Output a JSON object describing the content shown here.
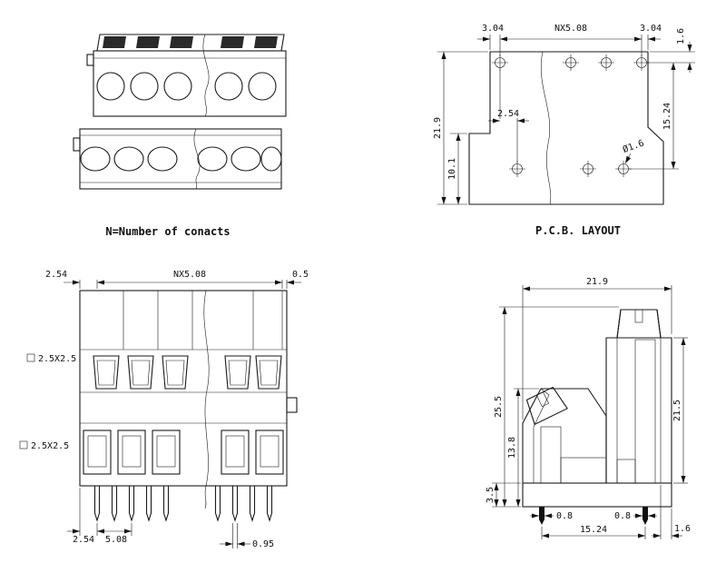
{
  "colors": {
    "background": "#ffffff",
    "line": "#1a1a1a"
  },
  "views": {
    "oblique": {
      "caption": "N=Number of conacts"
    },
    "pcb": {
      "caption": "P.C.B. LAYOUT",
      "dims": {
        "margin_left": "3.04",
        "pitch": "NX5.08",
        "margin_right": "3.04",
        "hole_edge_offset": "1.6",
        "overall_height": "21.9",
        "lower_height": "10.1",
        "row_offset": "2.54",
        "row_spacing": "15.24",
        "hole_diameter": "Ø1.6"
      }
    },
    "front": {
      "dims": {
        "edge_offset": "2.54",
        "pitch": "NX5.08",
        "wall": "0.5",
        "upper_window": "2.5X2.5",
        "lower_window": "2.5X2.5",
        "pin_offset": "2.54",
        "pin_pitch": "5.08",
        "pin_width": "0.95"
      }
    },
    "section": {
      "dims": {
        "overall_width": "21.9",
        "overall_height": "25.5",
        "front_height": "13.8",
        "rear_height": "21.5",
        "base_thickness": "3.5",
        "pin_width_front": "0.8",
        "pin_width_rear": "0.8",
        "pin_spacing": "15.24",
        "wall": "1.6"
      }
    }
  }
}
